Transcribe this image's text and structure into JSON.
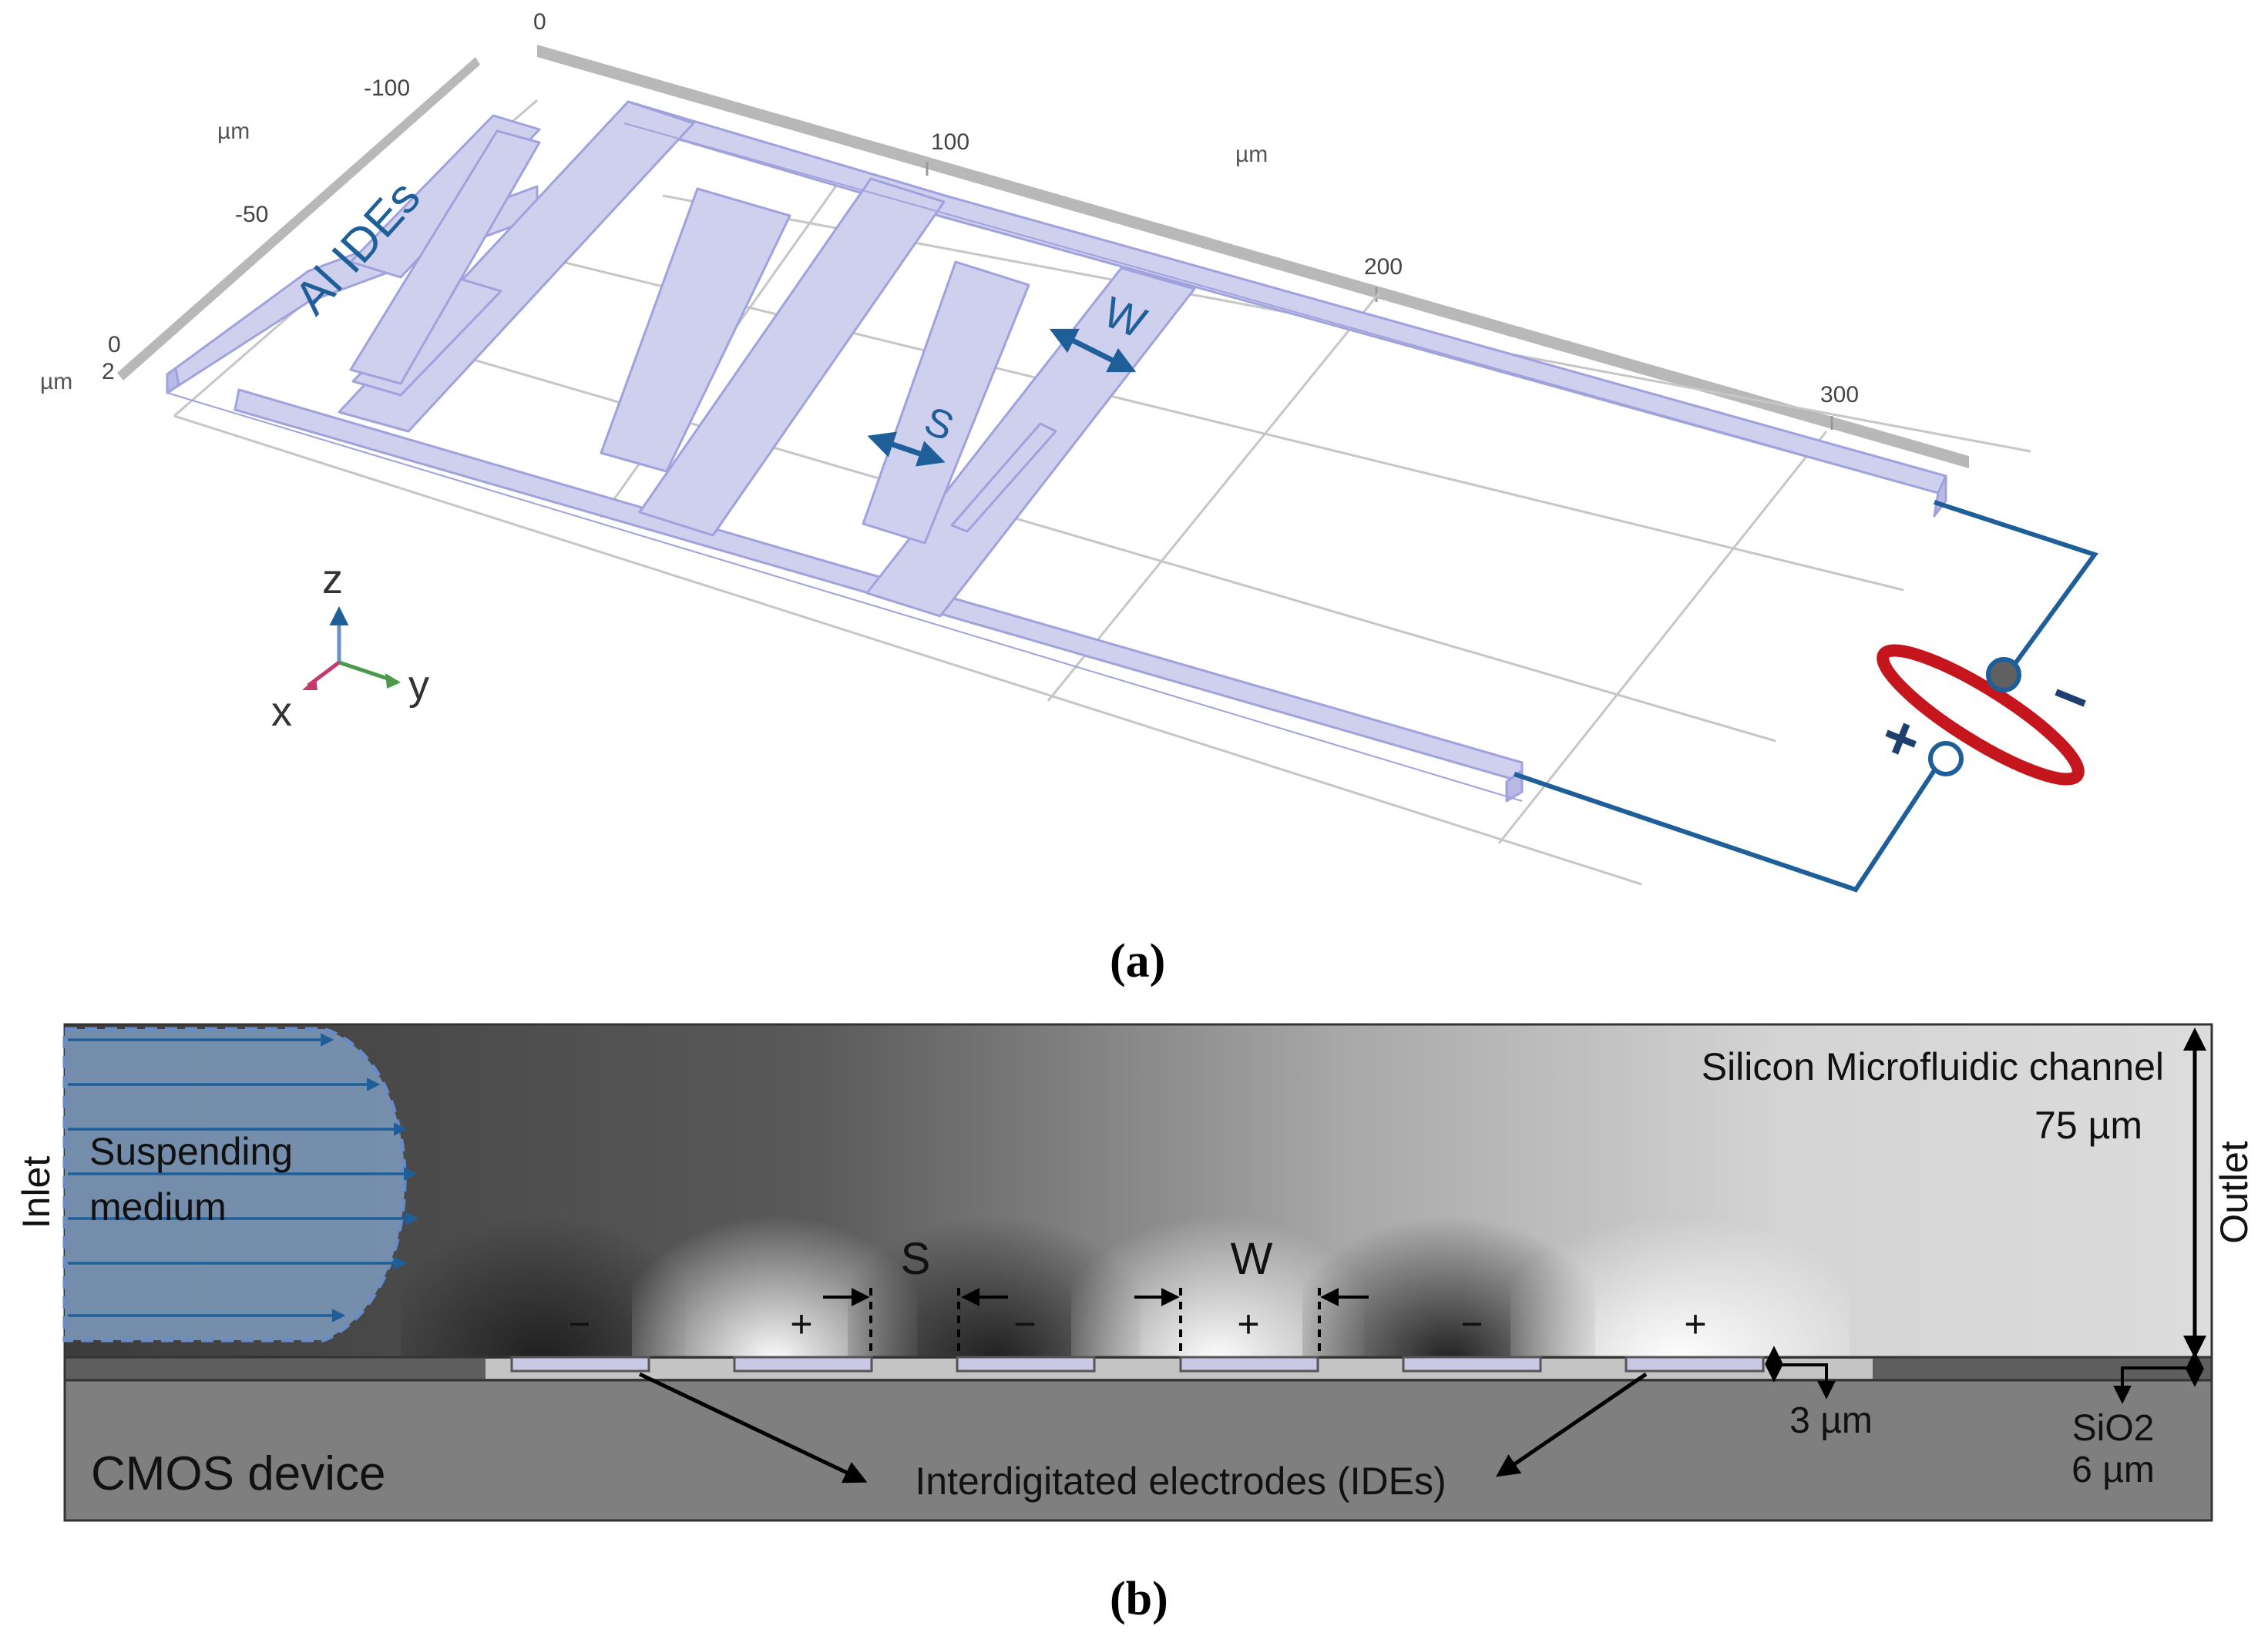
{
  "panel_a": {
    "caption": "(a)",
    "caption_letter": "a",
    "axis_unit_1": "µm",
    "axis_unit_2": "µm",
    "axis_unit_3": "µm",
    "ticks_y": [
      "0",
      "100",
      "200",
      "300"
    ],
    "ticks_x": [
      "-100",
      "-50",
      "0"
    ],
    "tick_z": "2",
    "electrode_label": "Al IDEs",
    "width_label": "W",
    "spacing_label": "S",
    "triad": {
      "z": "z",
      "x": "x",
      "y": "y"
    },
    "terminal_minus": "−",
    "terminal_plus": "+",
    "colors": {
      "electrode_fill": "#cfd0ee",
      "electrode_edge": "#9fa2dc",
      "dimension_arrow": "#1f5f99",
      "wire": "#1f5f99",
      "source": "#c4161c"
    }
  },
  "panel_b": {
    "caption": "(b)",
    "caption_letter": "b",
    "inlet": "Inlet",
    "outlet": "Outlet",
    "medium_line1": "Suspending",
    "medium_line2": "medium",
    "channel_label": "Silicon Microfluidic channel",
    "channel_height": "75 µm",
    "spacing_label": "S",
    "width_label": "W",
    "polarities": [
      "−",
      "+",
      "−",
      "+",
      "−",
      "+"
    ],
    "electrode_thickness": "3 µm",
    "oxide_label": "SiO2",
    "oxide_thickness": "6 µm",
    "device_label": "CMOS device",
    "ide_label": "Interdigitated electrodes (IDEs)",
    "colors": {
      "flow_arrow": "#1f5f99",
      "flow_fill": "#7e9bbd",
      "device": "#7f7f7f"
    }
  }
}
